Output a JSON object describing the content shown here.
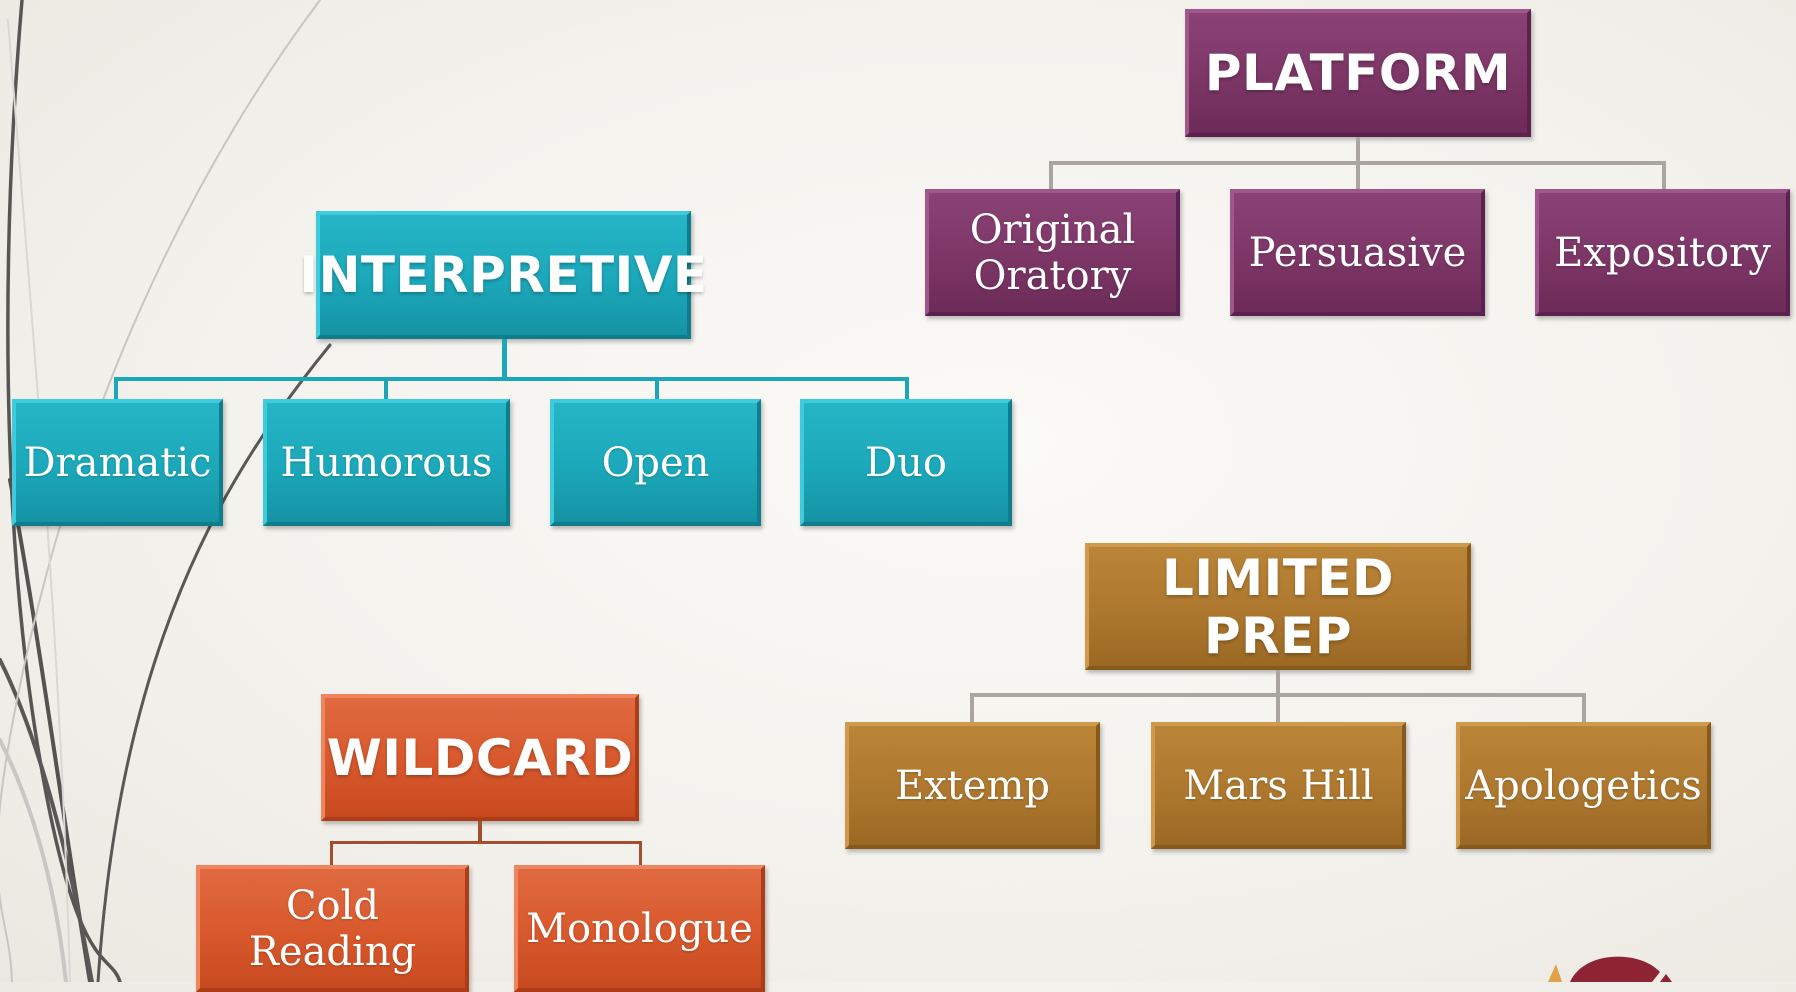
{
  "colors": {
    "platform": "#7c3666",
    "interpretive": "#1ba8ba",
    "limited_prep": "#ad772e",
    "wildcard": "#d8582c",
    "connector_gray": "#aaa5a0"
  },
  "platform": {
    "title": "PLATFORM",
    "items": [
      "Original Oratory",
      "Persuasive",
      "Expository"
    ]
  },
  "interpretive": {
    "title": "INTERPRETIVE",
    "items": [
      "Dramatic",
      "Humorous",
      "Open",
      "Duo"
    ]
  },
  "limited_prep": {
    "title": "LIMITED PREP",
    "items": [
      "Extemp",
      "Mars Hill",
      "Apologetics"
    ]
  },
  "wildcard": {
    "title": "WILDCARD",
    "items": [
      "Cold Reading",
      "Monologue"
    ]
  }
}
